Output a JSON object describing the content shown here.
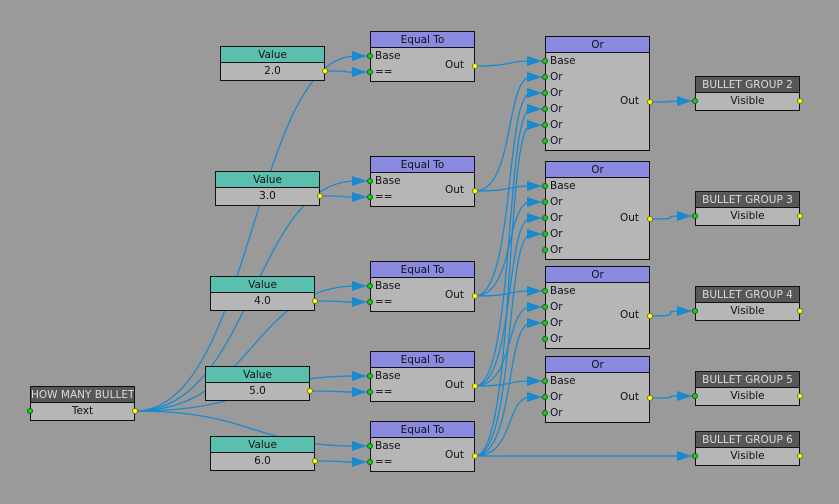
{
  "graph": {
    "source": {
      "title": "HOW MANY BULLETS",
      "field": "Text"
    },
    "values": [
      {
        "title": "Value",
        "value": "2.0"
      },
      {
        "title": "Value",
        "value": "3.0"
      },
      {
        "title": "Value",
        "value": "4.0"
      },
      {
        "title": "Value",
        "value": "5.0"
      },
      {
        "title": "Value",
        "value": "6.0"
      }
    ],
    "equals": [
      {
        "title": "Equal To",
        "in1": "Base",
        "in2": "==",
        "out": "Out"
      },
      {
        "title": "Equal To",
        "in1": "Base",
        "in2": "==",
        "out": "Out"
      },
      {
        "title": "Equal To",
        "in1": "Base",
        "in2": "==",
        "out": "Out"
      },
      {
        "title": "Equal To",
        "in1": "Base",
        "in2": "==",
        "out": "Out"
      },
      {
        "title": "Equal To",
        "in1": "Base",
        "in2": "==",
        "out": "Out"
      }
    ],
    "ors": [
      {
        "title": "Or",
        "inputs": [
          "Base",
          "Or",
          "Or",
          "Or",
          "Or",
          "Or"
        ],
        "out": "Out"
      },
      {
        "title": "Or",
        "inputs": [
          "Base",
          "Or",
          "Or",
          "Or",
          "Or"
        ],
        "out": "Out"
      },
      {
        "title": "Or",
        "inputs": [
          "Base",
          "Or",
          "Or",
          "Or"
        ],
        "out": "Out"
      },
      {
        "title": "Or",
        "inputs": [
          "Base",
          "Or",
          "Or"
        ],
        "out": "Out"
      }
    ],
    "groups": [
      {
        "title": "BULLET GROUP 2",
        "field": "Visible"
      },
      {
        "title": "BULLET GROUP 3",
        "field": "Visible"
      },
      {
        "title": "BULLET GROUP 4",
        "field": "Visible"
      },
      {
        "title": "BULLET GROUP 5",
        "field": "Visible"
      },
      {
        "title": "BULLET GROUP 6",
        "field": "Visible"
      }
    ],
    "connections": [
      {
        "from": "source.out",
        "to": "equals.0.in1"
      },
      {
        "from": "source.out",
        "to": "equals.1.in1"
      },
      {
        "from": "source.out",
        "to": "equals.2.in1"
      },
      {
        "from": "source.out",
        "to": "equals.3.in1"
      },
      {
        "from": "source.out",
        "to": "equals.4.in1"
      },
      {
        "from": "values.0.out",
        "to": "equals.0.in2"
      },
      {
        "from": "values.1.out",
        "to": "equals.1.in2"
      },
      {
        "from": "values.2.out",
        "to": "equals.2.in2"
      },
      {
        "from": "values.3.out",
        "to": "equals.3.in2"
      },
      {
        "from": "values.4.out",
        "to": "equals.4.in2"
      },
      {
        "from": "equals.0.out",
        "to": "ors.0.in0"
      },
      {
        "from": "equals.1.out",
        "to": "ors.0.in1"
      },
      {
        "from": "equals.2.out",
        "to": "ors.0.in2"
      },
      {
        "from": "equals.3.out",
        "to": "ors.0.in3"
      },
      {
        "from": "equals.4.out",
        "to": "ors.0.in4"
      },
      {
        "from": "equals.1.out",
        "to": "ors.1.in0"
      },
      {
        "from": "equals.2.out",
        "to": "ors.1.in1"
      },
      {
        "from": "equals.3.out",
        "to": "ors.1.in2"
      },
      {
        "from": "equals.4.out",
        "to": "ors.1.in3"
      },
      {
        "from": "equals.2.out",
        "to": "ors.2.in0"
      },
      {
        "from": "equals.3.out",
        "to": "ors.2.in1"
      },
      {
        "from": "equals.4.out",
        "to": "ors.2.in2"
      },
      {
        "from": "equals.3.out",
        "to": "ors.3.in0"
      },
      {
        "from": "equals.4.out",
        "to": "ors.3.in1"
      },
      {
        "from": "ors.0.out",
        "to": "groups.0.in"
      },
      {
        "from": "ors.1.out",
        "to": "groups.1.in"
      },
      {
        "from": "ors.2.out",
        "to": "groups.2.in"
      },
      {
        "from": "ors.3.out",
        "to": "groups.3.in"
      },
      {
        "from": "equals.4.out",
        "to": "groups.4.in"
      }
    ],
    "colors": {
      "wire": "#1a8ad0",
      "in_port": "#18d018",
      "out_port": "#ffff20",
      "value_header": "#5bbfb0",
      "logic_header": "#8a8ae0",
      "object_header": "#575757",
      "canvas": "#9a9a9a"
    }
  }
}
